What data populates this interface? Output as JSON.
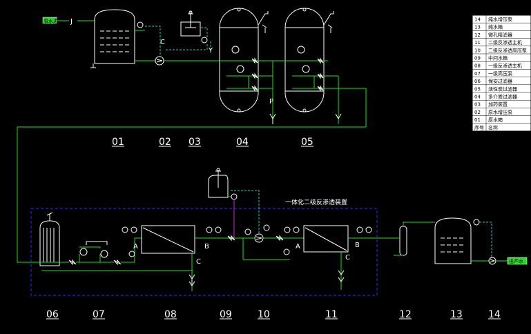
{
  "section_numbers": [
    "01",
    "02",
    "03",
    "04",
    "05",
    "06",
    "07",
    "08",
    "09",
    "10",
    "11",
    "12",
    "13",
    "14"
  ],
  "system_title": "一体化二级反渗透装置",
  "inlet_label": "原水进",
  "outlet_label": "出产水",
  "port_letters": {
    "j": "J",
    "c": "C",
    "y": "Y",
    "p": "P",
    "a": "A",
    "b": "B"
  },
  "legend_table": [
    {
      "no": "14",
      "name": "纯水增压泵"
    },
    {
      "no": "13",
      "name": "纯水箱"
    },
    {
      "no": "12",
      "name": "微孔精滤器"
    },
    {
      "no": "11",
      "name": "二级反渗透主机"
    },
    {
      "no": "10",
      "name": "二级反渗透高压泵"
    },
    {
      "no": "09",
      "name": "中间水箱"
    },
    {
      "no": "08",
      "name": "一级反渗透主机"
    },
    {
      "no": "07",
      "name": "一级高压泵"
    },
    {
      "no": "06",
      "name": "保安过滤器"
    },
    {
      "no": "05",
      "name": "活性炭过滤器"
    },
    {
      "no": "04",
      "name": "多介质过滤器"
    },
    {
      "no": "03",
      "name": "加药装置"
    },
    {
      "no": "02",
      "name": "原水增压泵"
    },
    {
      "no": "01",
      "name": "原水箱"
    },
    {
      "no": "序号",
      "name": "名称"
    }
  ]
}
